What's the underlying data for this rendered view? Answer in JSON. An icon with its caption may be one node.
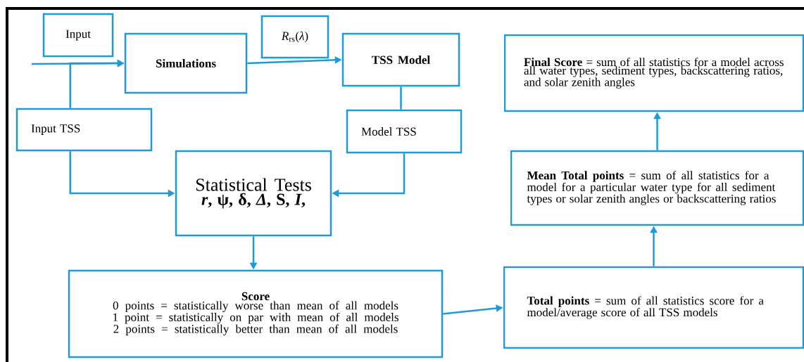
{
  "diagram": {
    "nodes": [
      {
        "text": [
          "Input"
        ]
      },
      {
        "text": [
          "Simulations"
        ]
      },
      {
        "text": [
          "*R*$_{rs}$(*λ*)"
        ]
      },
      {
        "text": [
          "TSS Model"
        ]
      },
      {
        "text": [
          "Input TSS"
        ]
      },
      {
        "text": [
          "Model TSS"
        ]
      },
      {
        "text": [
          "Statistical Tests",
          "*r*, ψ, δ, *Δ*, S, *I*,"
        ]
      },
      {
        "text": [
          "Score",
          "0 points = statistically worse than mean of all models",
          "1 point = statistically on par with mean of all models",
          "2 points = statistically better than mean of all models"
        ]
      },
      {
        "text": [
          "**Total points** = sum of all statistics score for a model/average score of all TSS models"
        ]
      },
      {
        "text": [
          "**Mean Total points** = sum of all statistics for a model for a particular water type for all sediment types or solar zenith angles or backscattering ratios"
        ]
      },
      {
        "text": [
          "**Final Score** = sum of all statistics for a model across all water types, sediment types, backscattering ratios, and solar zenith angles"
        ]
      }
    ],
    "edges": [
      {
        "from": null,
        "to": 1,
        "arrow": "to"
      },
      {
        "from": 4,
        "to": 1,
        "arrow": "to"
      },
      {
        "from": 1,
        "to": 3,
        "arrow": "to"
      },
      {
        "from": 3,
        "to": 5,
        "arrow": "none"
      },
      {
        "from": 4,
        "to": 6,
        "arrow": "to"
      },
      {
        "from": 5,
        "to": 6,
        "arrow": "to"
      },
      {
        "from": 6,
        "to": 7,
        "arrow": "to"
      },
      {
        "from": 7,
        "to": 8,
        "arrow": "to"
      },
      {
        "from": 8,
        "to": 9,
        "arrow": "to"
      },
      {
        "from": 9,
        "to": 10,
        "arrow": "to"
      }
    ]
  }
}
